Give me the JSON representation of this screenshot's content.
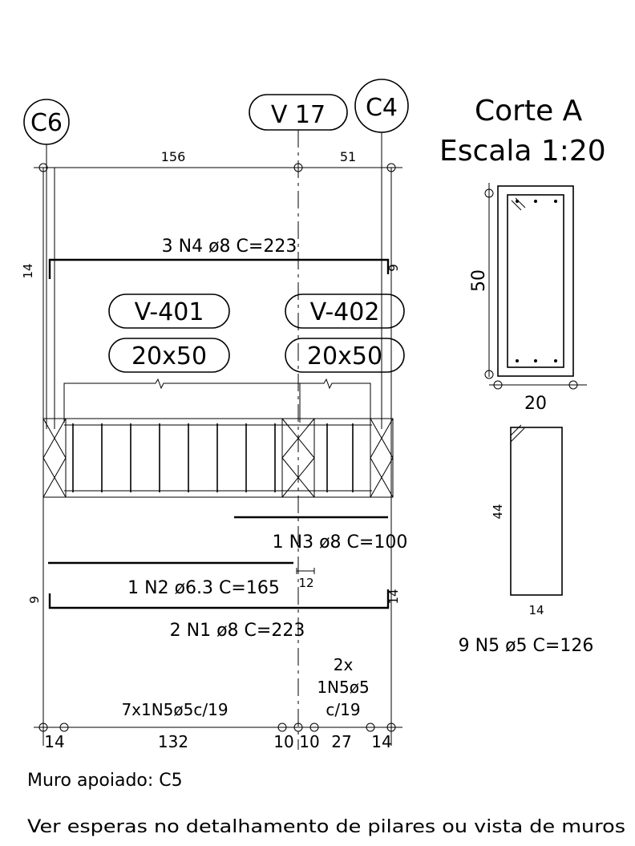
{
  "pillars": {
    "left": "C6",
    "right": "C4"
  },
  "beam_tag": "V 17",
  "section_title": {
    "line1": "Corte A",
    "line2": "Escala 1:20"
  },
  "top_dims": {
    "a": "156",
    "b": "51"
  },
  "bars": {
    "n4": "3 N4 ø8 C=223",
    "n4_left_hook": "14",
    "n4_right_hook": "9",
    "n3": "1 N3 ø8 C=100",
    "n2": "1 N2 ø6.3 C=165",
    "n2_offset": "12",
    "n1": "2 N1 ø8 C=223",
    "n1_left_hook": "9",
    "n1_right_hook": "14"
  },
  "beams": [
    {
      "name": "V-401",
      "size": "20x50"
    },
    {
      "name": "V-402",
      "size": "20x50"
    }
  ],
  "section": {
    "height": "50",
    "width": "20"
  },
  "stirrup": {
    "height": "44",
    "width": "14",
    "label": "9 N5 ø5 C=126"
  },
  "stirrup_spacing": {
    "main": "7x1N5ø5c/19",
    "right_l1": "2x",
    "right_l2": "1N5ø5",
    "right_l3": "c/19"
  },
  "bottom_dims": [
    "14",
    "132",
    "10",
    "10",
    "27",
    "14"
  ],
  "notes": {
    "supported": "Muro apoiado: C5",
    "waits": "Ver esperas no detalhamento de pilares ou vista de muros"
  }
}
